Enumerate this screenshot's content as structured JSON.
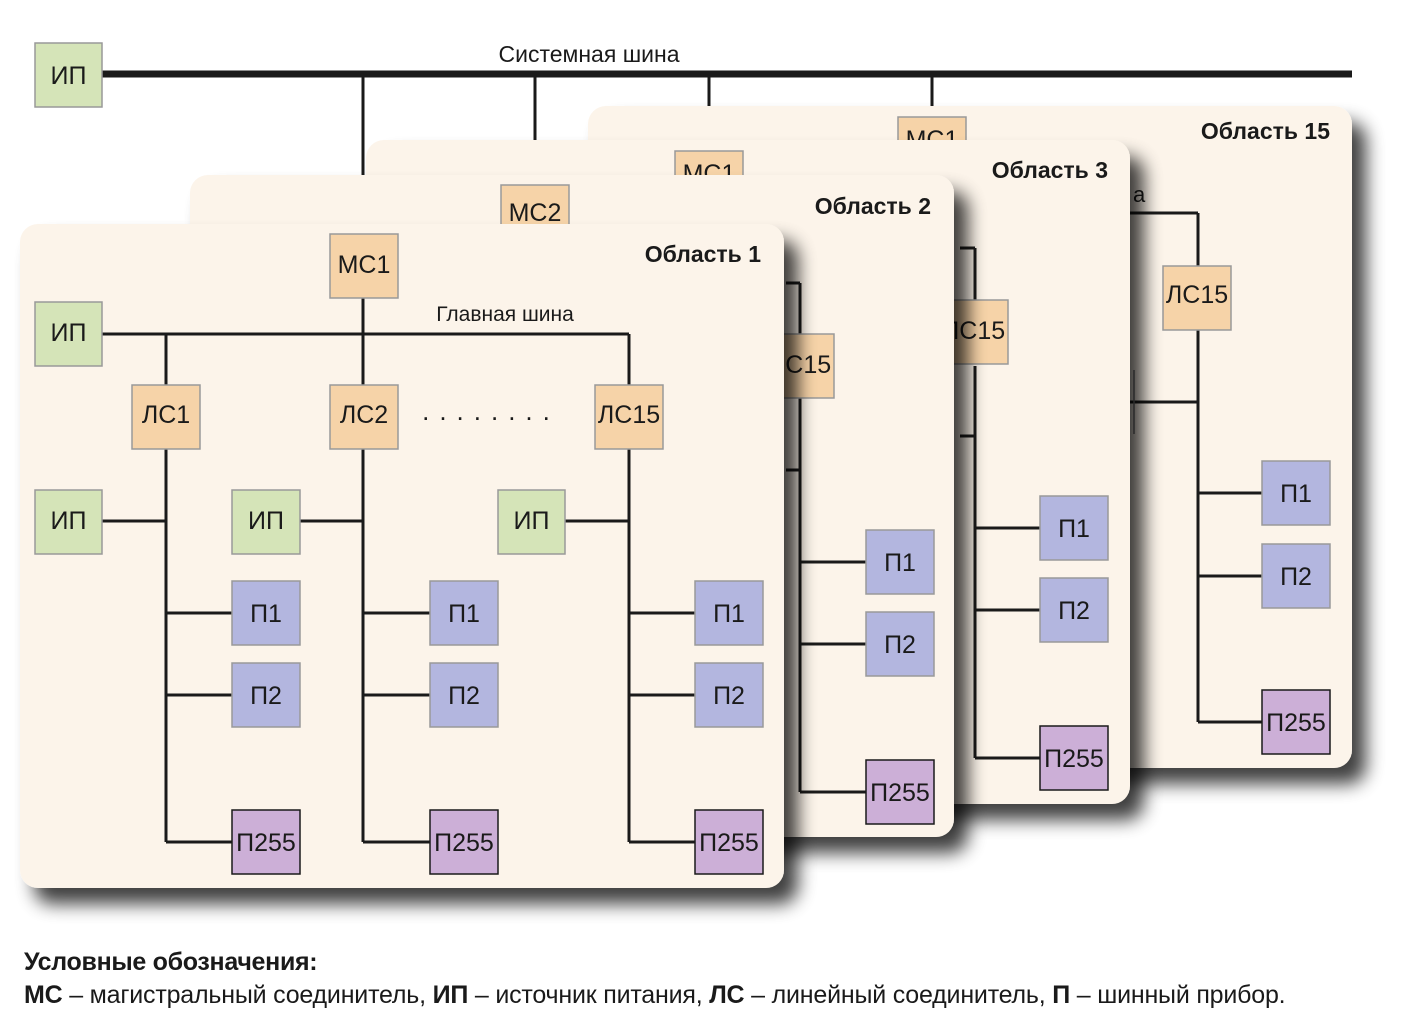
{
  "system_bus": {
    "label": "Системная шина",
    "power_label": "ИП"
  },
  "areas": [
    {
      "title": "Область 15",
      "main_connector": "МС1"
    },
    {
      "title": "Область 3",
      "main_connector": "МС1"
    },
    {
      "title": "Область 2",
      "main_connector": "МС2"
    },
    {
      "title": "Область 1",
      "main_connector": "МС1"
    }
  ],
  "area1": {
    "main_bus_label": "Главная шина",
    "power_label": "ИП",
    "dots": "........",
    "lines": [
      {
        "connector": "ЛС1",
        "power": "ИП",
        "devices": [
          "П1",
          "П2",
          "П255"
        ]
      },
      {
        "connector": "ЛС2",
        "power": "ИП",
        "devices": [
          "П1",
          "П2",
          "П255"
        ]
      },
      {
        "connector": "ЛС15",
        "power": "ИП",
        "devices": [
          "П1",
          "П2",
          "П255"
        ]
      }
    ]
  },
  "back_areas": {
    "line_connector": "ЛС15",
    "devices": [
      "П1",
      "П2",
      "П255"
    ],
    "partial_label": "а"
  },
  "legend": {
    "title": "Условные обозначения:",
    "items": [
      {
        "abbr": "МС",
        "text": " – магистральный соединитель, "
      },
      {
        "abbr": "ИП",
        "text": " – источник питания, "
      },
      {
        "abbr": "ЛС",
        "text": " – линейный соединитель, "
      },
      {
        "abbr": "П",
        "text": " – шинный прибор."
      }
    ]
  },
  "colors": {
    "panel": "#fcf4ea",
    "power": "#d5e4b8",
    "connector": "#f6d3a8",
    "device": "#b3b6df",
    "device255": "#ccafd7",
    "line": "#1a1a1a"
  }
}
